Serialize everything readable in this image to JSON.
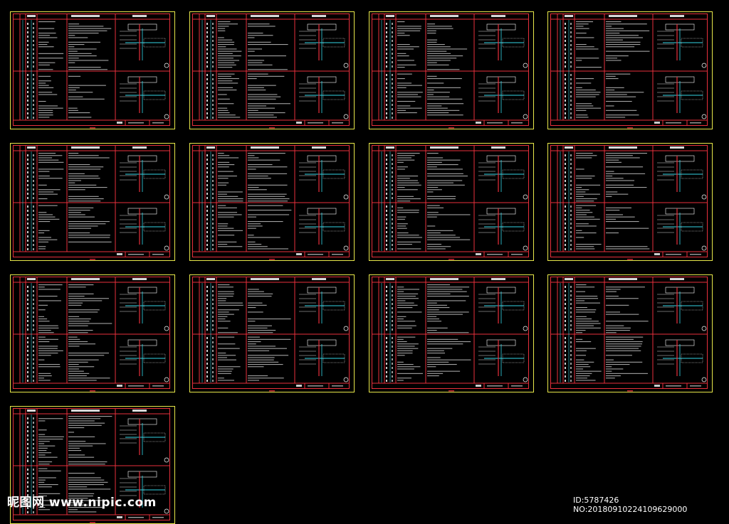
{
  "colors": {
    "background": "#000000",
    "frame": "#e8e84a",
    "border": "#e8303c",
    "cyan": "#35d6e6",
    "white": "#ffffff",
    "text": "#d8d8d8"
  },
  "icons": {
    "sheet_symbol": "detail-number-circle-icon"
  },
  "sheets": [
    {
      "id": 1
    },
    {
      "id": 2
    },
    {
      "id": 3
    },
    {
      "id": 4
    },
    {
      "id": 5
    },
    {
      "id": 6
    },
    {
      "id": 7
    },
    {
      "id": 8
    },
    {
      "id": 9
    },
    {
      "id": 10
    },
    {
      "id": 11
    },
    {
      "id": 12
    },
    {
      "id": 13
    }
  ],
  "watermark": {
    "site": "昵图网 www.nipic.com",
    "id_text": "ID:5787426 NO:20180910224109629000"
  }
}
